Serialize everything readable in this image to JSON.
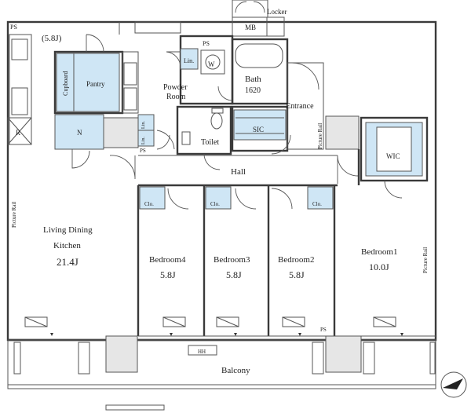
{
  "plan": {
    "title_area": "(5.8J)",
    "locker": "Locker",
    "mb": "MB",
    "ps": "PS",
    "r": "R",
    "lin": "Lin.",
    "w": "W",
    "pantry": "Pantry",
    "cupboard": "Cupboard",
    "n": "N",
    "powder_room_1": "Powder",
    "powder_room_2": "Room",
    "bath": "Bath",
    "bath_size": "1620",
    "entrance": "Entrance",
    "toilet": "Toilet",
    "sic": "SIC",
    "wic": "WIC",
    "hall": "Hall",
    "clo": "Clo.",
    "ldk_1": "Living Dining",
    "ldk_2": "Kitchen",
    "ldk_size": "21.4J",
    "bedroom4": "Bedroom4",
    "bedroom4_size": "5.8J",
    "bedroom3": "Bedroom3",
    "bedroom3_size": "5.8J",
    "bedroom2": "Bedroom2",
    "bedroom2_size": "5.8J",
    "bedroom1": "Bedroom1",
    "bedroom1_size": "10.0J",
    "picture_rail": "Picture Rail",
    "balcony": "Balcony",
    "hatch": "HH"
  },
  "colors": {
    "closet_fill": "#cfe6f5",
    "wall": "#3a3a3a",
    "column": "#e6e6e6"
  },
  "icons": [
    "north-arrow-icon",
    "door-swing-icon",
    "aircon-unit-icon"
  ]
}
